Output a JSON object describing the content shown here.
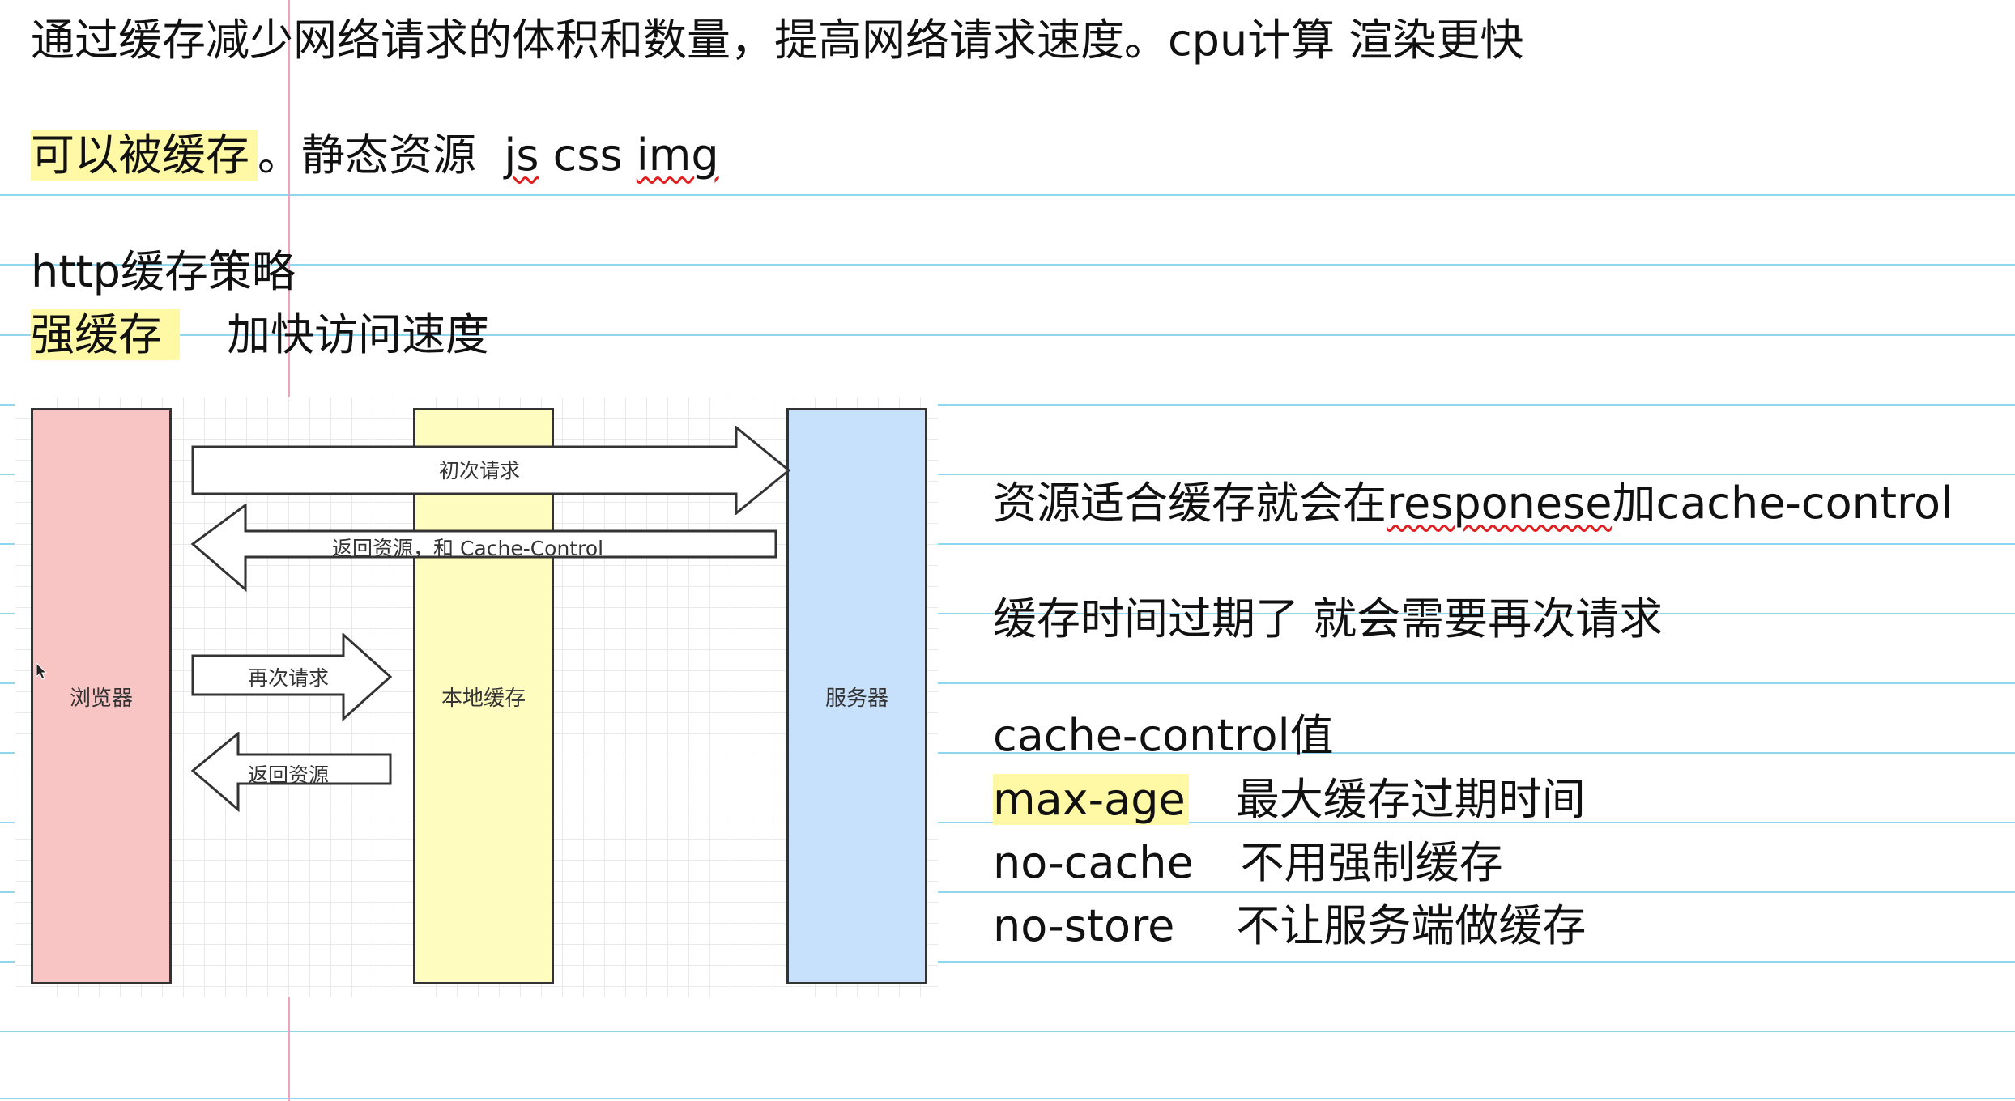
{
  "notes": {
    "line1": "通过缓存减少网络请求的体积和数量，提高网络请求速度。cpu计算 渲染更快",
    "line2_highlight": "可以被缓存",
    "line2_rest": "。静态资源",
    "line2_js": "js",
    "line2_css": "css",
    "line2_img": "img",
    "line3": "http缓存策略",
    "line4_highlight": "强缓存",
    "line4_rest": "加快访问速度"
  },
  "diagram": {
    "browser_label": "浏览器",
    "cache_label": "本地缓存",
    "server_label": "服务器",
    "arrow1_label": "初次请求",
    "arrow2_label": "返回资源，和 Cache-Control",
    "arrow3_label": "再次请求",
    "arrow4_label": "返回资源"
  },
  "right_notes": {
    "r1_pre": "资源适合缓存就会在",
    "r1_word": "responese",
    "r1_post": "加cache-control",
    "r2": "缓存时间过期了 就会需要再次请求",
    "r3": "cache-control值",
    "r4_key": "max-age",
    "r4_val": "最大缓存过期时间",
    "r5_key": "no-cache",
    "r5_val": "不用强制缓存",
    "r6_key": "no-store",
    "r6_val": "不让服务端做缓存"
  },
  "colors": {
    "highlight": "#fff8a4",
    "ruled_line": "#8fd6ef",
    "margin_line": "#f3a0bf",
    "browser_fill": "#f9c4c4",
    "cache_fill": "#fffcc0",
    "server_fill": "#c7e0fb",
    "spell_underline": "#e02020"
  }
}
